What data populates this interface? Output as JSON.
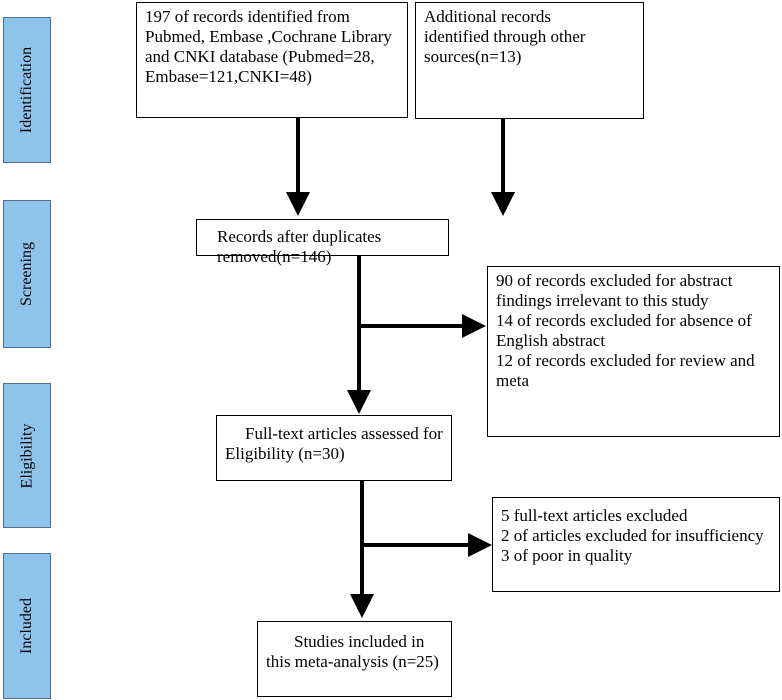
{
  "phases": [
    "Identification",
    "Screening",
    "Eligibility",
    "Included"
  ],
  "boxes": {
    "identified": "197 of records identified from Pubmed, Embase ,Cochrane Library and CNKI database (Pubmed=28, Embase=121,CNKI=48)",
    "additional": "Additional records identified through other sources(n=13)",
    "duplicates_removed": "Records after duplicates removed(n=146)",
    "screen_excluded": [
      "90 of records excluded for abstract findings irrelevant to this study",
      "14 of records excluded for absence of English abstract",
      "12 of records excluded for review and meta"
    ],
    "eligibility": "Full-text articles assessed for Eligibility (n=30)",
    "fulltext_excluded": [
      "5 full-text articles excluded",
      "2 of articles excluded for insufficiency",
      "3 of poor in quality"
    ],
    "included": "Studies included in this meta-analysis (n=25)"
  }
}
